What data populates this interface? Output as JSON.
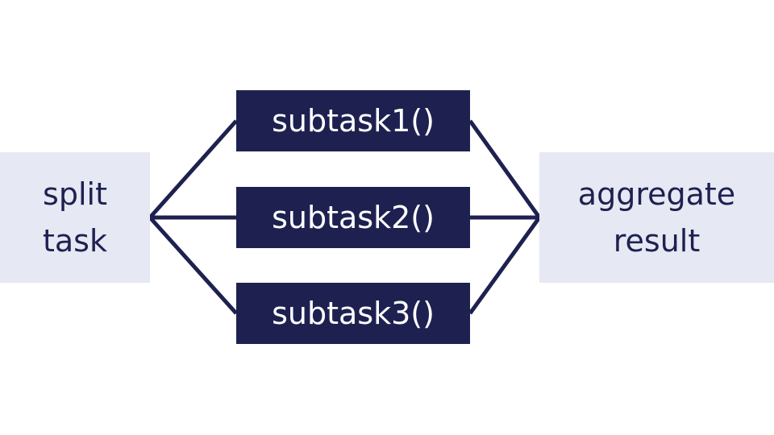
{
  "diagram": {
    "split": {
      "label": "split\ntask"
    },
    "subtasks": [
      {
        "label": "subtask1()"
      },
      {
        "label": "subtask2()"
      },
      {
        "label": "subtask3()"
      }
    ],
    "aggregate": {
      "label": "aggregate\nresult"
    },
    "colors": {
      "dark_navy": "#1e2150",
      "light_lavender": "#e6e8f3",
      "white": "#ffffff"
    }
  }
}
